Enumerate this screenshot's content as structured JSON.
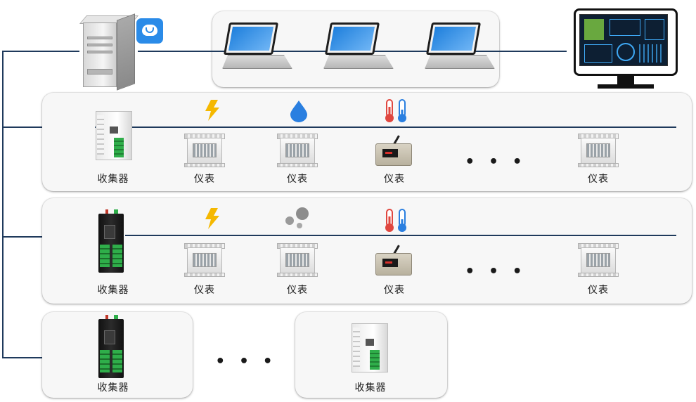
{
  "network": {
    "rows": [
      {
        "collector_label": "收集器",
        "meters": [
          {
            "icon": "lightning-icon",
            "label": "仪表"
          },
          {
            "icon": "water-drop-icon",
            "label": "仪表"
          },
          {
            "icon": "thermometer-icon",
            "label": "仪表"
          },
          {
            "icon": "",
            "label": "仪表"
          }
        ],
        "ellipsis": "• • •"
      },
      {
        "collector_label": "收集器",
        "meters": [
          {
            "icon": "lightning-icon",
            "label": "仪表"
          },
          {
            "icon": "gas-icon",
            "label": "仪表"
          },
          {
            "icon": "thermometer-icon",
            "label": "仪表"
          },
          {
            "icon": "",
            "label": "仪表"
          }
        ],
        "ellipsis": "• • •"
      }
    ],
    "bottom": {
      "collector_left_label": "收集器",
      "collector_right_label": "收集器",
      "ellipsis": "• • •"
    }
  },
  "colors": {
    "line": "#1f3a5c",
    "lightning": "#f5b800",
    "water": "#2a7fe0",
    "gas": "#8c8c8c",
    "thermo_red": "#e0473f",
    "thermo_blue": "#2a7fe0",
    "cloud_badge": "#2a8be8"
  }
}
